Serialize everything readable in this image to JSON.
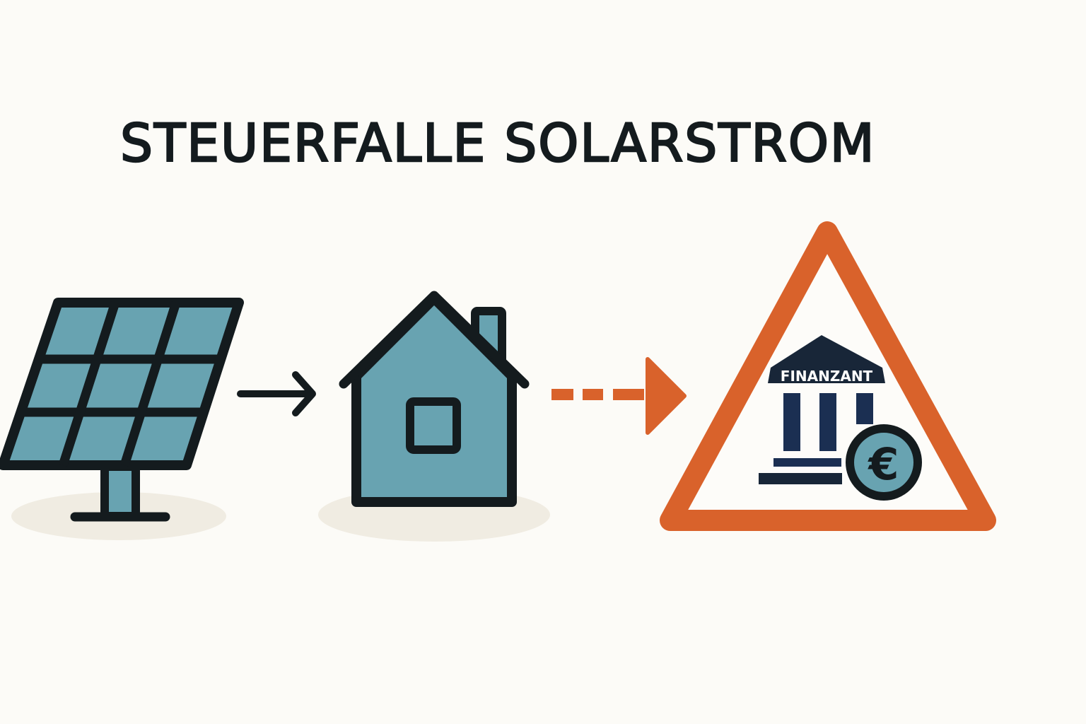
{
  "title": "STEUERFALLE SOLARSTROM",
  "diagram": {
    "nodes": [
      {
        "id": "solar-panel",
        "label": "Solar panel",
        "icon": "solar-panel-icon"
      },
      {
        "id": "house",
        "label": "House",
        "icon": "house-icon"
      },
      {
        "id": "warning",
        "label": "Tax office warning",
        "icon": "warning-triangle-icon"
      }
    ],
    "edges": [
      {
        "from": "solar-panel",
        "to": "house",
        "style": "solid",
        "color": "#141b1e"
      },
      {
        "from": "house",
        "to": "warning",
        "style": "dashed",
        "color": "#d9622b"
      }
    ],
    "bank_label": "FINANZANT",
    "coin_symbol": "€"
  },
  "colors": {
    "background": "#fcfbf7",
    "outline": "#141b1e",
    "fill_teal": "#68a3b1",
    "accent_orange": "#d9622b",
    "navy": "#1b2f52",
    "shadow": "#f0ece2"
  }
}
